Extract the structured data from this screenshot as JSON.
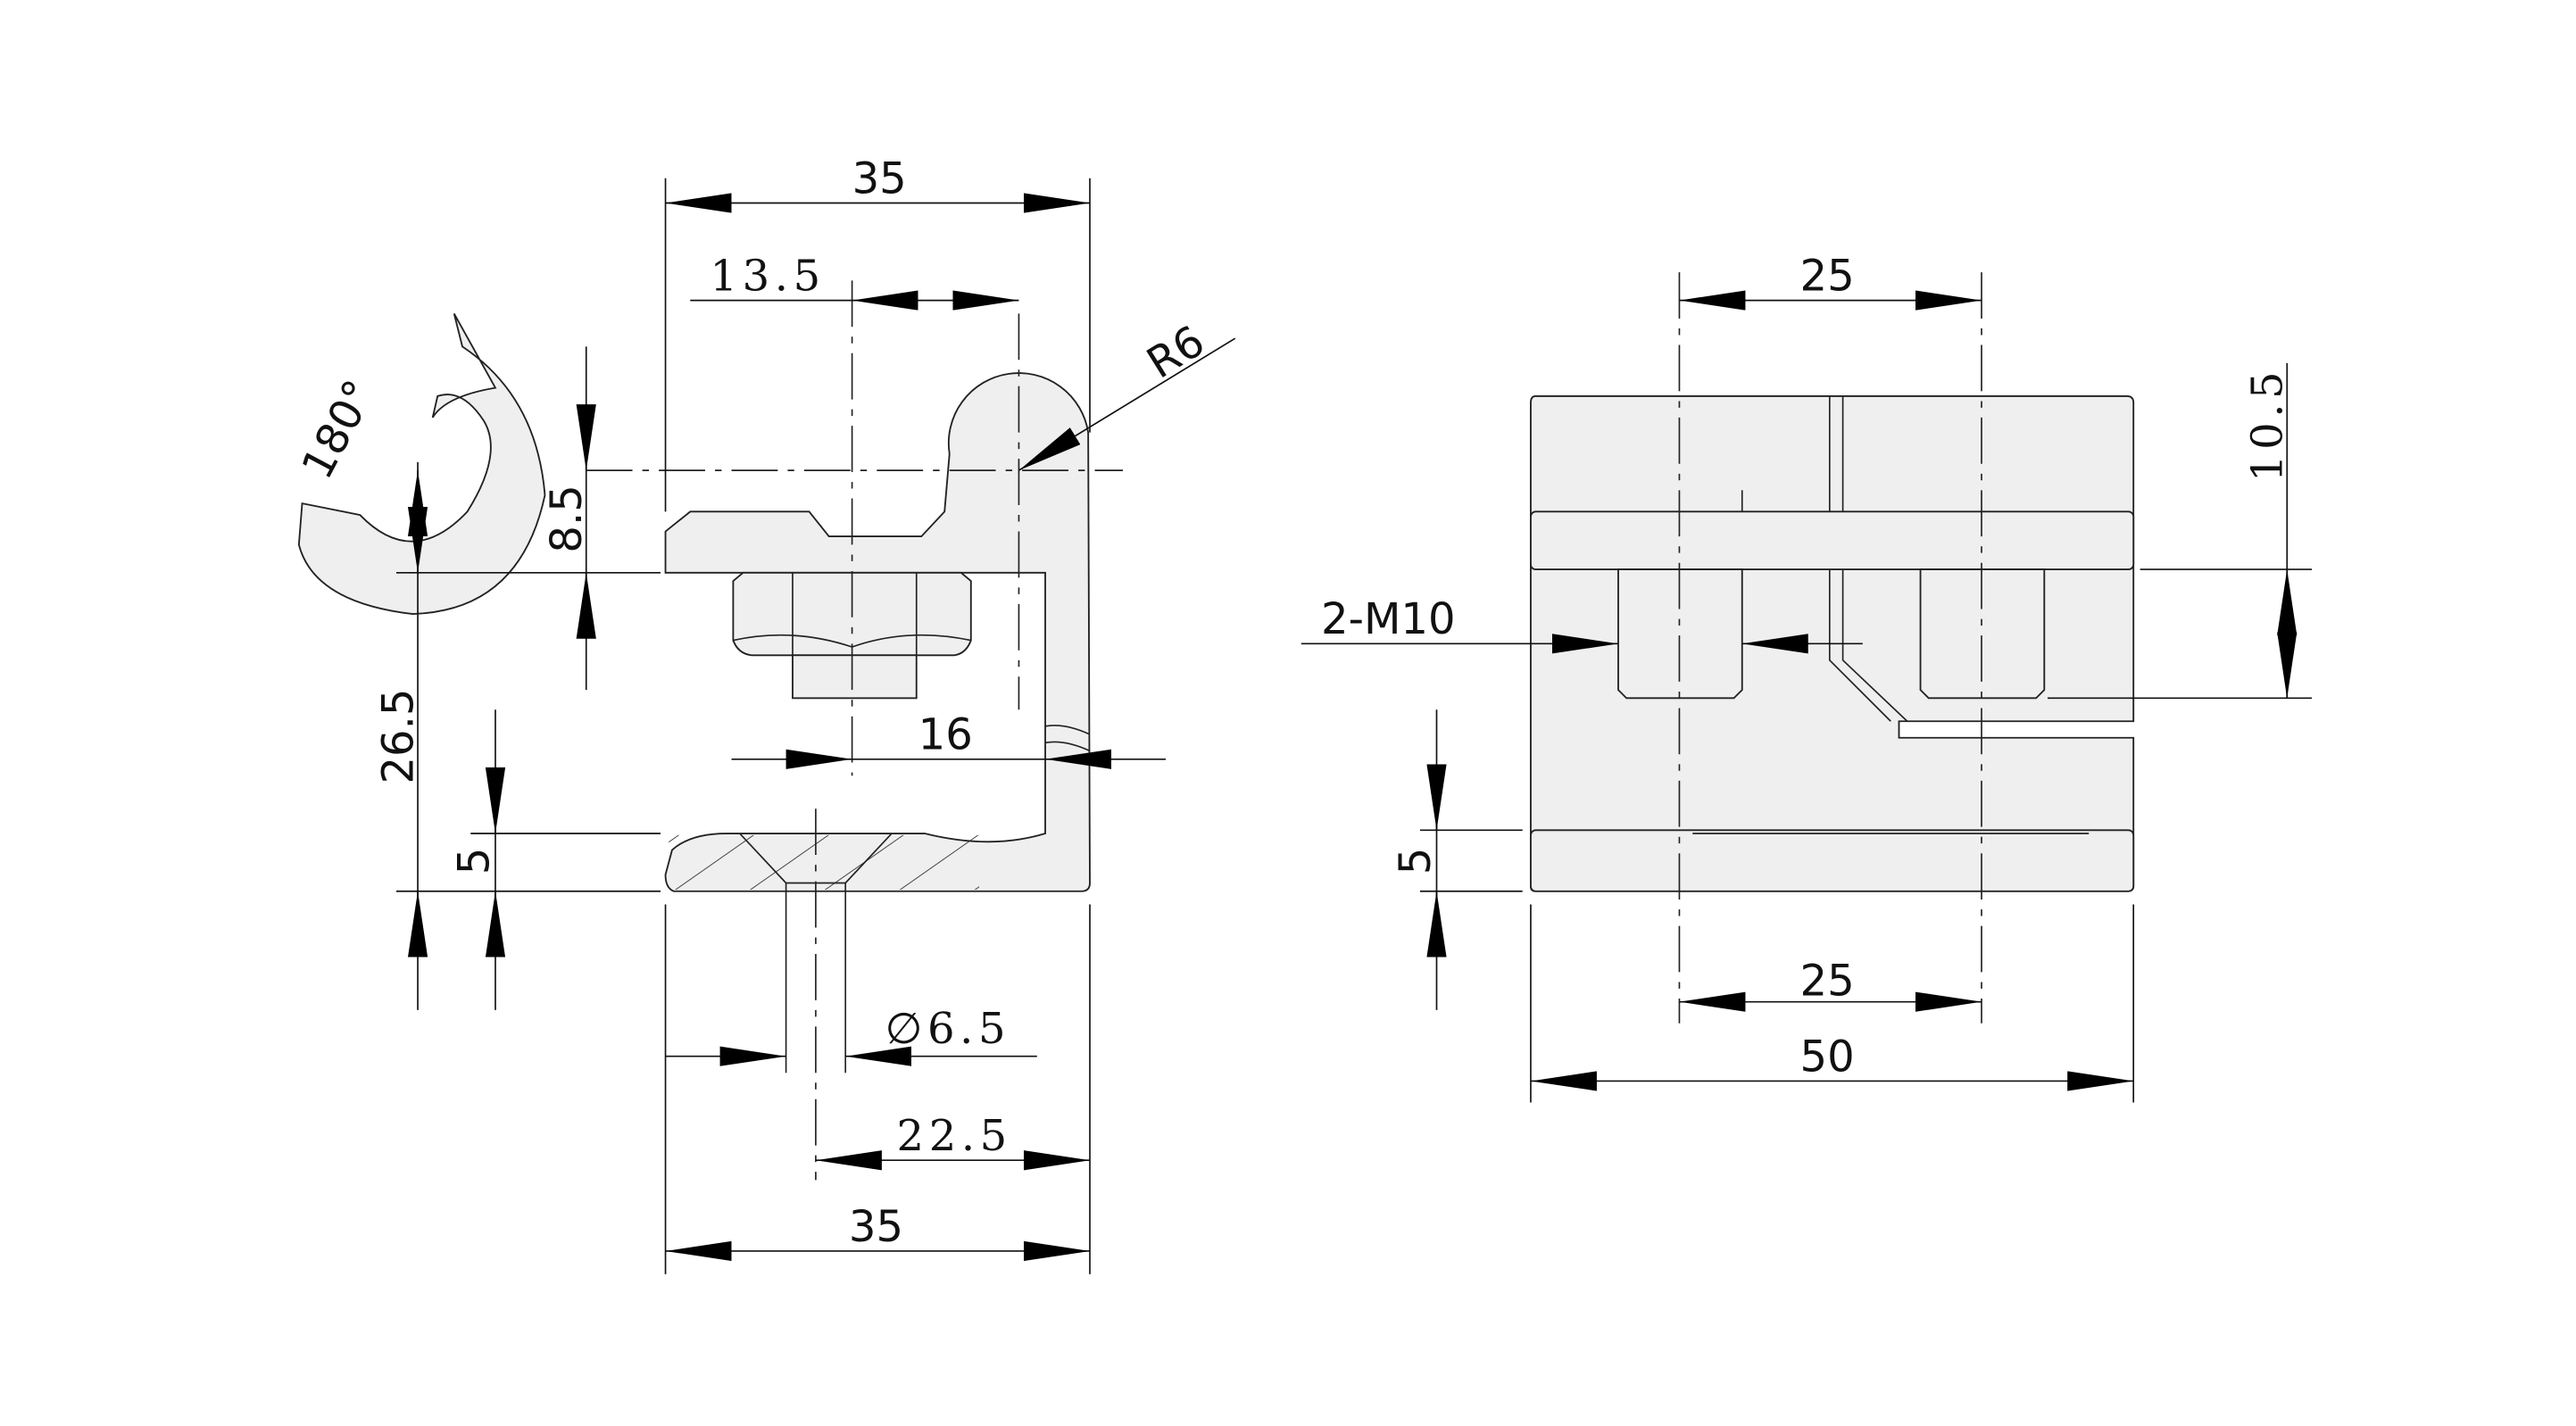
{
  "drawing": {
    "side_view": {
      "dims": {
        "top_width": "35",
        "offset": "13.5",
        "radius": "R6",
        "angle": "180°",
        "height_small": "8.5",
        "height_total": "26.5",
        "thickness": "5",
        "inner_depth": "16",
        "hole_dia": "∅6.5",
        "hole_offset": "22.5",
        "bottom_width": "35"
      }
    },
    "front_view": {
      "dims": {
        "top_spacing": "25",
        "slot_height": "10.5",
        "thread": "2-M10",
        "thickness": "5",
        "bottom_spacing": "25",
        "overall_width": "50"
      }
    },
    "colors": {
      "part_fill": "#efefef",
      "line": "#222222"
    }
  }
}
